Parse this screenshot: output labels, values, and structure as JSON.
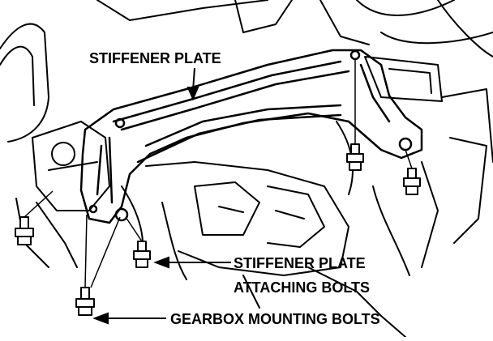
{
  "diagram": {
    "labels": {
      "stiffener_plate": "STIFFENER PLATE",
      "attaching_bolts_line1": "STIFFENER PLATE",
      "attaching_bolts_line2": "ATTACHING BOLTS",
      "gearbox_bolts": "GEARBOX MOUNTING BOLTS"
    },
    "colors": {
      "ink": "#000000",
      "paper": "#ffffff"
    }
  }
}
